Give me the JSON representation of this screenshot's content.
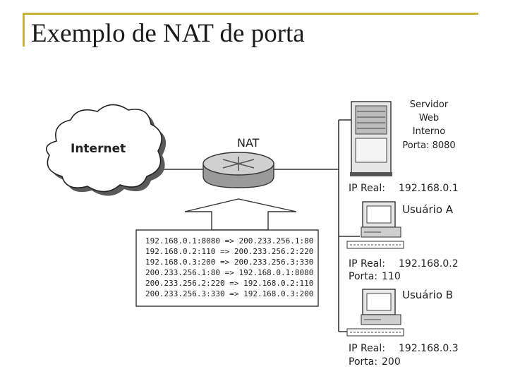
{
  "slide": {
    "title": "Exemplo de NAT de porta",
    "accent_color": "#c9b23a"
  },
  "diagram": {
    "internet_label": "Internet",
    "nat_label": "NAT",
    "server": {
      "caption_lines": [
        "Servidor",
        "Web",
        "Interno",
        "Porta: 8080"
      ],
      "ip_label": "IP Real:",
      "ip_value": "192.168.0.1",
      "icon": "server-tower-icon"
    },
    "user_a": {
      "name": "Usuário A",
      "ip_label": "IP Real:",
      "ip_value": "192.168.0.2",
      "port_label": "Porta:",
      "port_value": "110",
      "icon": "desktop-computer-icon"
    },
    "user_b": {
      "name": "Usuário B",
      "ip_label": "IP Real:",
      "ip_value": "192.168.0.3",
      "port_label": "Porta:",
      "port_value": "200",
      "icon": "desktop-computer-icon"
    },
    "nat_table": [
      "192.168.0.1:8080 => 200.233.256.1:80",
      "192.168.0.2:110 => 200.233.256.2:220",
      "192.168.0.3:200 => 200.233.256.3:330",
      "200.233.256.1:80 => 192.168.0.1:8080",
      "200.233.256.2:220 => 192.168.0.2:110",
      "200.233.256.3:330 => 192.168.0.3:200"
    ]
  }
}
